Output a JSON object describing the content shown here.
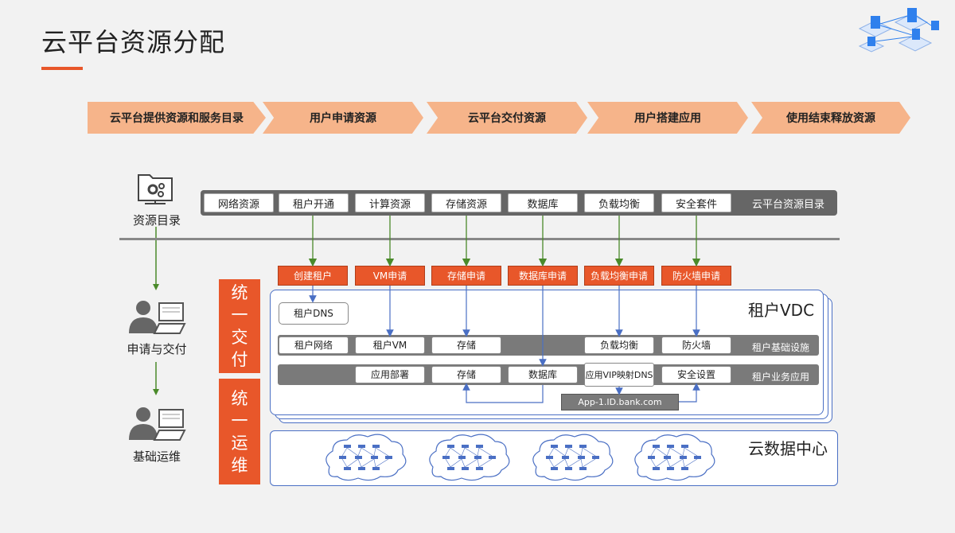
{
  "title": "云平台资源分配",
  "process_steps": [
    "云平台提供资源和服务目录",
    "用户申请资源",
    "云平台交付资源",
    "用户搭建应用",
    "使用结束释放资源"
  ],
  "side_labels": {
    "catalog": "资源目录",
    "apply": "申请与交付",
    "ops": "基础运维"
  },
  "catalog": {
    "items": [
      "网络资源",
      "租户开通",
      "计算资源",
      "存储资源",
      "数据库",
      "负载均衡",
      "安全套件"
    ],
    "label": "云平台资源目录"
  },
  "requests": [
    "创建租户",
    "VM申请",
    "存储申请",
    "数据库申请",
    "负载均衡申请",
    "防火墙申请"
  ],
  "vertical_labels": {
    "delivery": [
      "统",
      "一",
      "交",
      "付"
    ],
    "ops": [
      "统",
      "一",
      "运",
      "维"
    ]
  },
  "vdc": {
    "title": "租户VDC",
    "dns": "租户DNS",
    "infra_row": {
      "items": [
        "租户网络",
        "租户VM",
        "存储",
        "负载均衡",
        "防火墙"
      ],
      "label": "租户基础设施"
    },
    "app_row": {
      "items": [
        "应用部署",
        "存储",
        "数据库",
        "应用VIP映射DNS",
        "安全设置"
      ],
      "label": "租户业务应用"
    },
    "domain": "App-1.ID.bank.com"
  },
  "datacenter": {
    "title": "云数据中心"
  },
  "colors": {
    "accent": "#e8572a",
    "chevron": "#f6b48a",
    "frame": "#4a6fc4",
    "arrow_green": "#4a8a2a",
    "arrow_blue": "#4a6fc4"
  }
}
